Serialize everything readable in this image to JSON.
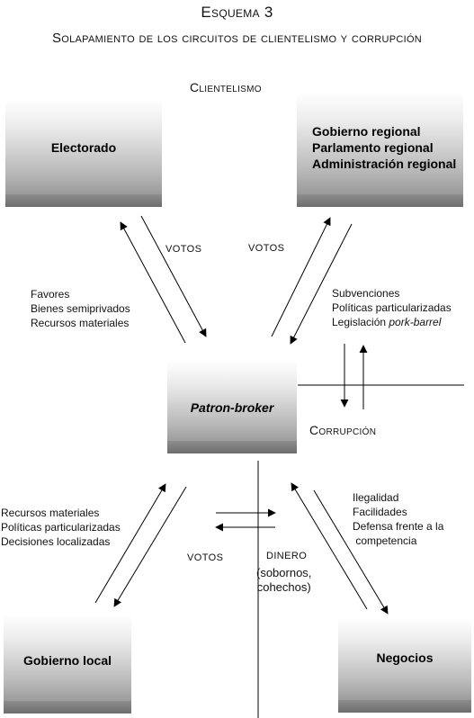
{
  "header": {
    "scheme": "Esquema 3",
    "title": "Solapamiento de los circuitos de clientelismo y corrupción"
  },
  "sections": {
    "clientelism": "Clientelismo",
    "corruption": "Corrupción"
  },
  "nodes": {
    "electorado": "Electorado",
    "gobierno_regional": [
      "Gobierno regional",
      "Parlamento regional",
      "Administración regional"
    ],
    "patron_broker": "Patron-broker",
    "gobierno_local": "Gobierno local",
    "negocios": "Negocios"
  },
  "edges": {
    "votos_top_left": "VOTOS",
    "votos_top_right": "VOTOS",
    "votos_bottom": "VOTOS",
    "dinero_label": "DINERO",
    "dinero_detail": "(sobornos,",
    "dinero_detail_2": "cohechos)"
  },
  "exchanges": {
    "electorado": [
      "Favores",
      "Bienes semiprivados",
      "Recursos materiales"
    ],
    "regional": [
      "Subvenciones",
      "Políticas particularizadas",
      "Legislación "
    ],
    "regional_italic": "pork-barrel",
    "local": [
      "Recursos materiales",
      "Políticas particularizadas",
      "Decisiones localizadas"
    ],
    "negocios": [
      "Ilegalidad",
      "Facilidades",
      "Defensa frente a la",
      " competencia"
    ]
  }
}
